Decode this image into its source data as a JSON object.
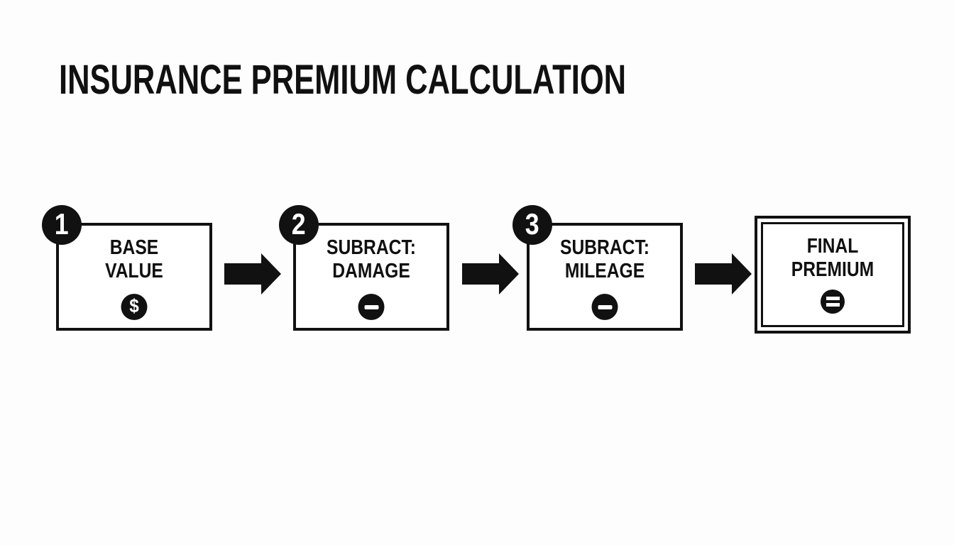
{
  "title": "INSURANCE PREMIUM CALCULATION",
  "colors": {
    "ink": "#111111",
    "background": "#fdfdfd",
    "box_fill": "#ffffff",
    "badge_text": "#ffffff"
  },
  "flow": {
    "connector": "arrow-right",
    "steps": [
      {
        "badge": "1",
        "lines": [
          "BASE",
          "VALUE"
        ],
        "icon": "dollar-icon",
        "glyph": "$"
      },
      {
        "badge": "2",
        "lines": [
          "SUBRACT:",
          "DAMAGE"
        ],
        "icon": "minus-icon",
        "glyph": "−"
      },
      {
        "badge": "3",
        "lines": [
          "SUBRACT:",
          "MILEAGE"
        ],
        "icon": "minus-icon",
        "glyph": "−"
      },
      {
        "lines": [
          "FINAL",
          "PREMIUM"
        ],
        "icon": "equals-icon",
        "glyph": "="
      }
    ]
  }
}
